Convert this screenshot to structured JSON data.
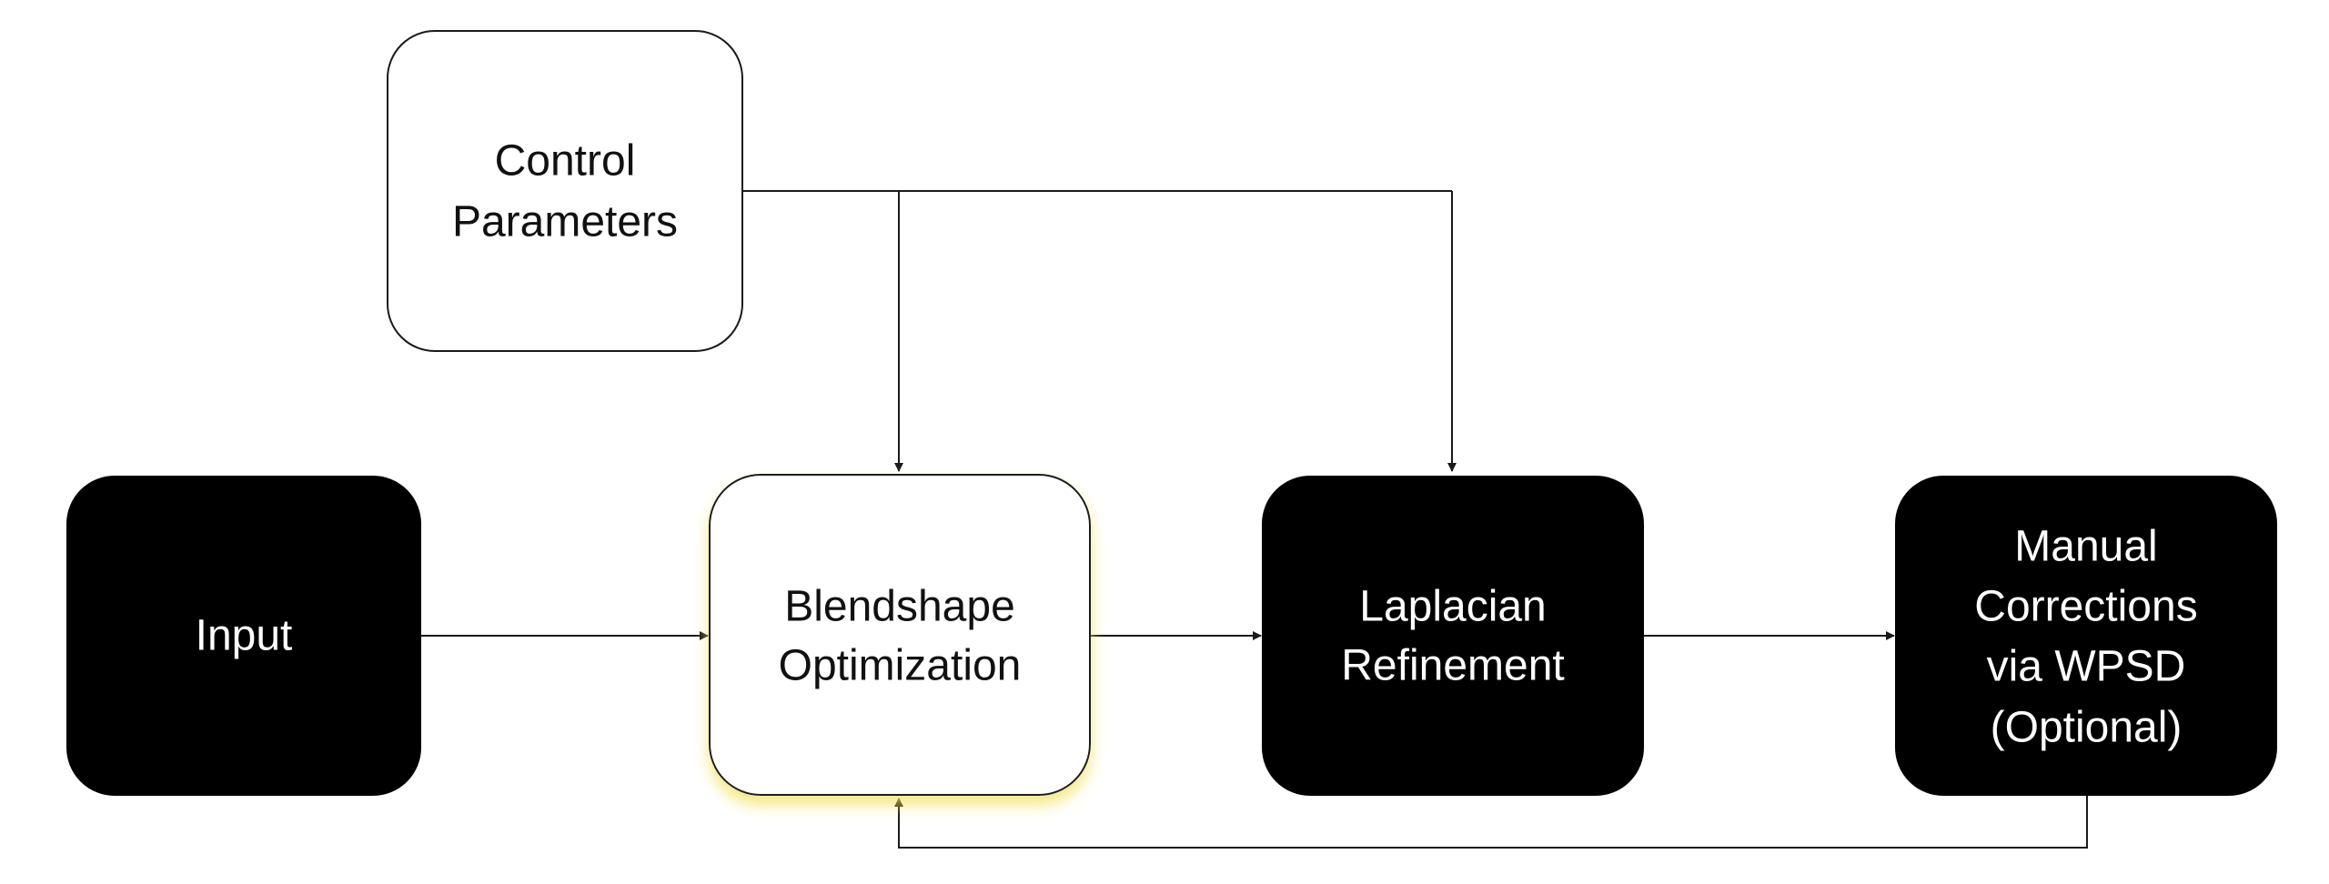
{
  "colors": {
    "dark_node_fill": "#000000",
    "light_node_fill": "#ffffff",
    "line": "#1a1a1a",
    "highlight_glow": "#f4ec9a"
  },
  "nodes": {
    "control_parameters": {
      "lines": [
        "Control",
        "Parameters"
      ]
    },
    "input": {
      "lines": [
        "Input"
      ]
    },
    "blendshape_optimization": {
      "lines": [
        "Blendshape",
        "Optimization"
      ]
    },
    "laplacian_refinement": {
      "lines": [
        "Laplacian",
        "Refinement"
      ]
    },
    "manual_corrections": {
      "lines": [
        "Manual",
        "Corrections",
        "via WPSD",
        "(Optional)"
      ]
    }
  }
}
